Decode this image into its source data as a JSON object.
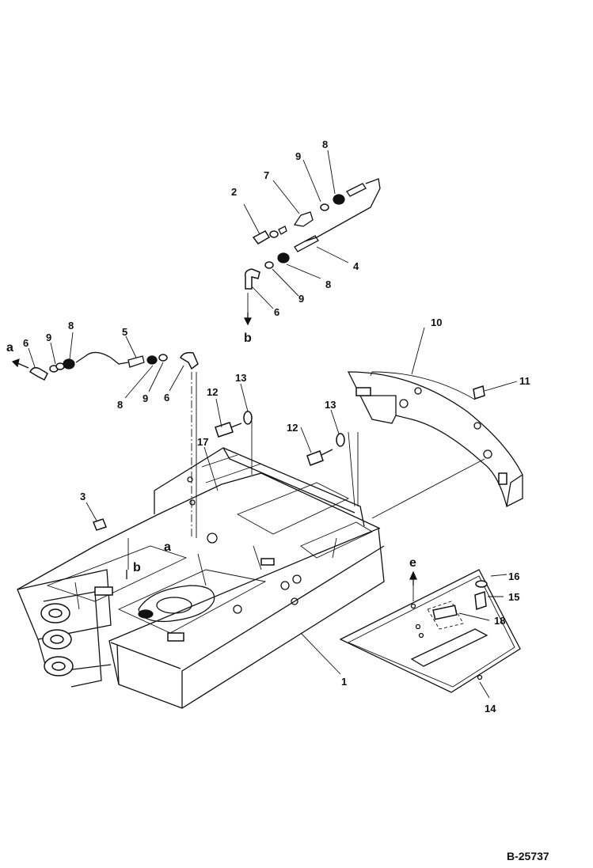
{
  "figure_number": "B-25737",
  "callouts": [
    {
      "id": "c1",
      "text": "1"
    },
    {
      "id": "c2",
      "text": "2"
    },
    {
      "id": "c3",
      "text": "3"
    },
    {
      "id": "c4",
      "text": "4"
    },
    {
      "id": "c5",
      "text": "5"
    },
    {
      "id": "c6a",
      "text": "6"
    },
    {
      "id": "c6b",
      "text": "6"
    },
    {
      "id": "c6c",
      "text": "6"
    },
    {
      "id": "c7",
      "text": "7"
    },
    {
      "id": "c8a",
      "text": "8"
    },
    {
      "id": "c8b",
      "text": "8"
    },
    {
      "id": "c8c",
      "text": "8"
    },
    {
      "id": "c8d",
      "text": "8"
    },
    {
      "id": "c9a",
      "text": "9"
    },
    {
      "id": "c9b",
      "text": "9"
    },
    {
      "id": "c9c",
      "text": "9"
    },
    {
      "id": "c9d",
      "text": "9"
    },
    {
      "id": "c10",
      "text": "10"
    },
    {
      "id": "c11",
      "text": "11"
    },
    {
      "id": "c12a",
      "text": "12"
    },
    {
      "id": "c12b",
      "text": "12"
    },
    {
      "id": "c13a",
      "text": "13"
    },
    {
      "id": "c13b",
      "text": "13"
    },
    {
      "id": "c14",
      "text": "14"
    },
    {
      "id": "c15",
      "text": "15"
    },
    {
      "id": "c16",
      "text": "16"
    },
    {
      "id": "c17",
      "text": "17"
    },
    {
      "id": "c18",
      "text": "18"
    }
  ],
  "connectors": [
    {
      "id": "la1",
      "text": "a"
    },
    {
      "id": "la2",
      "text": "a"
    },
    {
      "id": "lb1",
      "text": "b"
    },
    {
      "id": "lb2",
      "text": "b"
    },
    {
      "id": "le",
      "text": "e"
    }
  ]
}
